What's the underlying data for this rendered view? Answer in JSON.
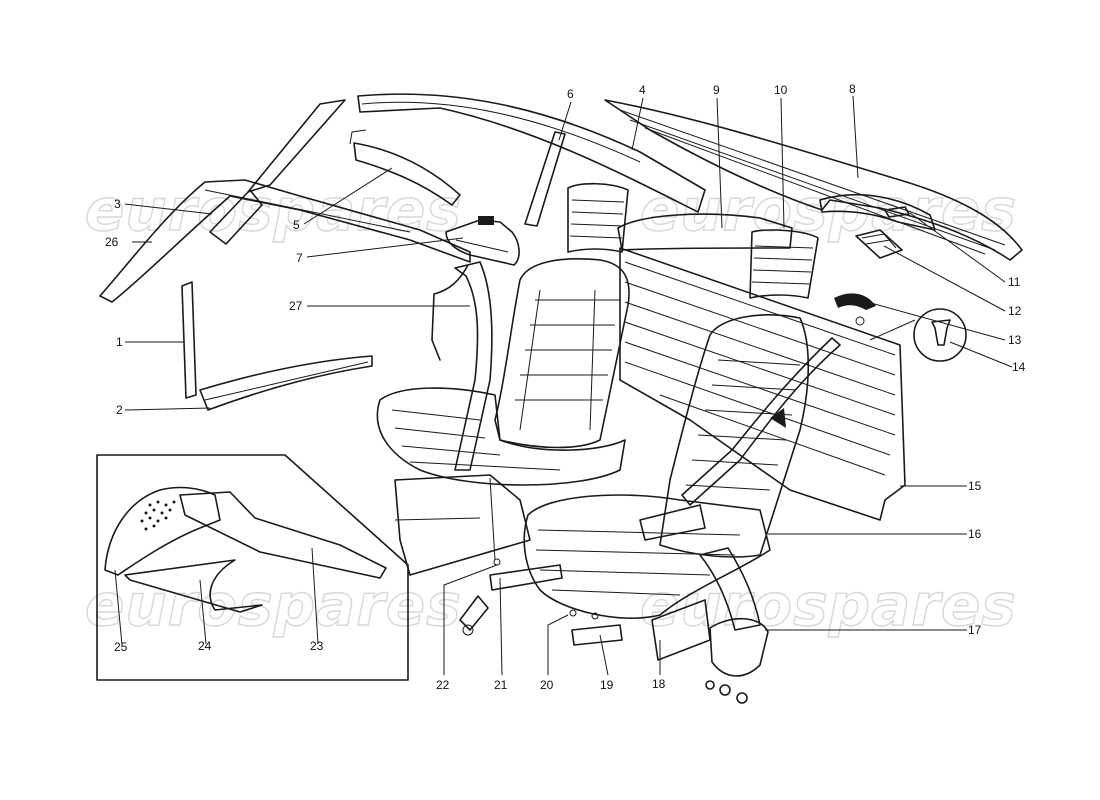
{
  "watermark": {
    "text": "eurospares"
  },
  "callouts": [
    {
      "id": "c1",
      "label": "1"
    },
    {
      "id": "c2",
      "label": "2"
    },
    {
      "id": "c3",
      "label": "3"
    },
    {
      "id": "c4",
      "label": "4"
    },
    {
      "id": "c5",
      "label": "5"
    },
    {
      "id": "c6",
      "label": "6"
    },
    {
      "id": "c7",
      "label": "7"
    },
    {
      "id": "c8",
      "label": "8"
    },
    {
      "id": "c9",
      "label": "9"
    },
    {
      "id": "c10",
      "label": "10"
    },
    {
      "id": "c11",
      "label": "11"
    },
    {
      "id": "c12",
      "label": "12"
    },
    {
      "id": "c13",
      "label": "13"
    },
    {
      "id": "c14",
      "label": "14"
    },
    {
      "id": "c15",
      "label": "15"
    },
    {
      "id": "c16",
      "label": "16"
    },
    {
      "id": "c17",
      "label": "17"
    },
    {
      "id": "c18",
      "label": "18"
    },
    {
      "id": "c19",
      "label": "19"
    },
    {
      "id": "c20",
      "label": "20"
    },
    {
      "id": "c21",
      "label": "21"
    },
    {
      "id": "c22",
      "label": "22"
    },
    {
      "id": "c23",
      "label": "23"
    },
    {
      "id": "c24",
      "label": "24"
    },
    {
      "id": "c25",
      "label": "25"
    },
    {
      "id": "c26",
      "label": "26"
    },
    {
      "id": "c27",
      "label": "27"
    }
  ]
}
